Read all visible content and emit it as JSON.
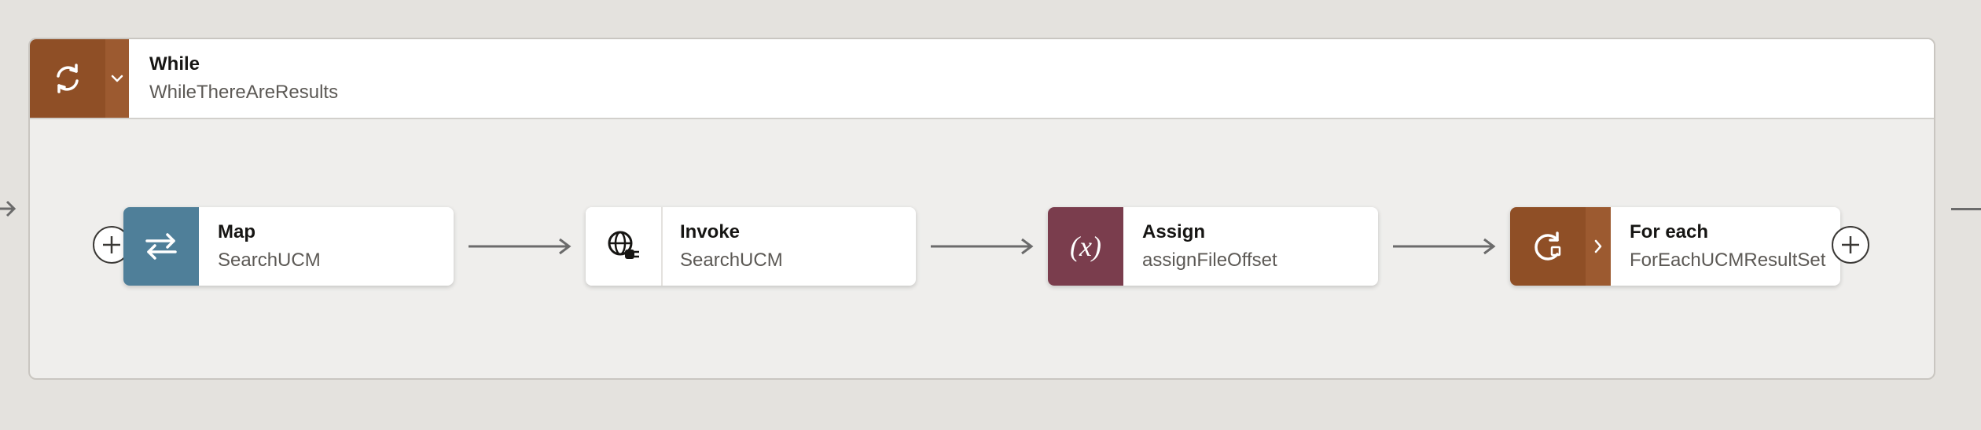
{
  "scope": {
    "type_label": "While",
    "name": "WhileThereAreResults",
    "icon": "loop-icon",
    "color": "#8f4f26"
  },
  "actions": [
    {
      "type_label": "Map",
      "name": "SearchUCM",
      "icon": "swap-arrows-icon",
      "color": "#4f7f99"
    },
    {
      "type_label": "Invoke",
      "name": "SearchUCM",
      "icon": "globe-plug-icon",
      "color": "#ffffff"
    },
    {
      "type_label": "Assign",
      "name": "assignFileOffset",
      "icon": "variable-icon",
      "icon_text": "(x)",
      "color": "#7a3d4d"
    },
    {
      "type_label": "For each",
      "name": "ForEachUCMResultSet",
      "icon": "for-each-loop-icon",
      "color": "#8f4f26"
    }
  ]
}
